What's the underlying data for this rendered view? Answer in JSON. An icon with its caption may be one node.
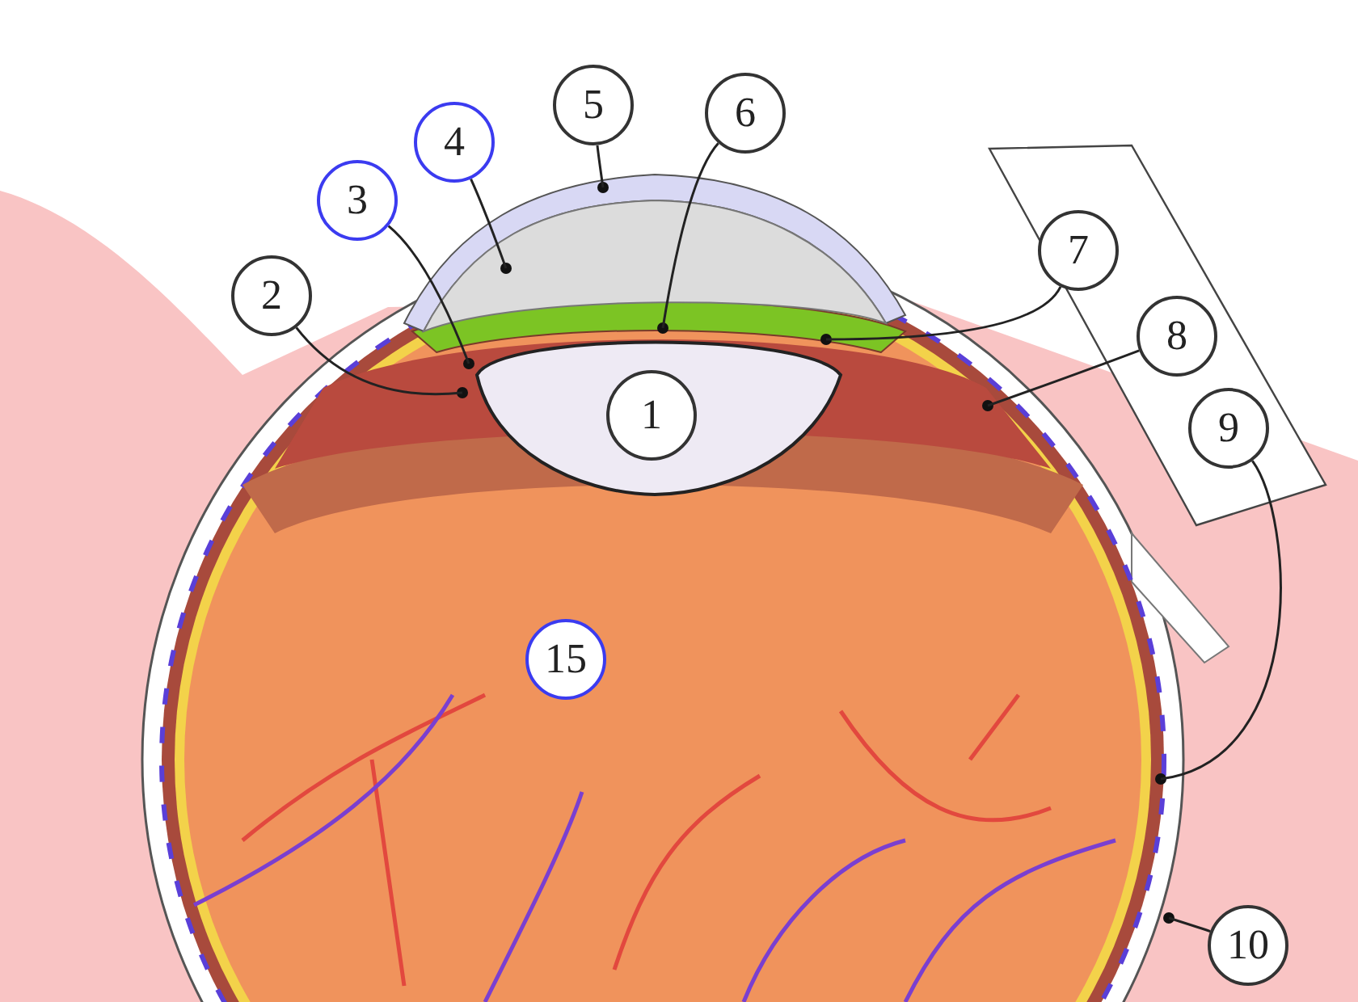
{
  "diagram": {
    "nodes": [
      {
        "text": [
          "5"
        ]
      },
      {
        "text": [
          "6"
        ]
      },
      {
        "text": [
          "4"
        ]
      },
      {
        "text": [
          "3"
        ]
      },
      {
        "text": [
          "7"
        ]
      },
      {
        "text": [
          "2"
        ]
      },
      {
        "text": [
          "8"
        ]
      },
      {
        "text": [
          "1"
        ]
      },
      {
        "text": [
          "9"
        ]
      },
      {
        "text": [
          "15"
        ]
      },
      {
        "text": [
          "10"
        ]
      }
    ],
    "edges": [
      {
        "from": 0,
        "to": null,
        "arrow": "none"
      },
      {
        "from": 1,
        "to": null,
        "arrow": "none"
      },
      {
        "from": 2,
        "to": null,
        "arrow": "none"
      },
      {
        "from": 3,
        "to": null,
        "arrow": "none"
      },
      {
        "from": 4,
        "to": null,
        "arrow": "none"
      },
      {
        "from": 5,
        "to": null,
        "arrow": "none"
      },
      {
        "from": 6,
        "to": null,
        "arrow": "none"
      },
      {
        "from": 8,
        "to": null,
        "arrow": "none"
      },
      {
        "from": 10,
        "to": null,
        "arrow": "none"
      }
    ]
  }
}
